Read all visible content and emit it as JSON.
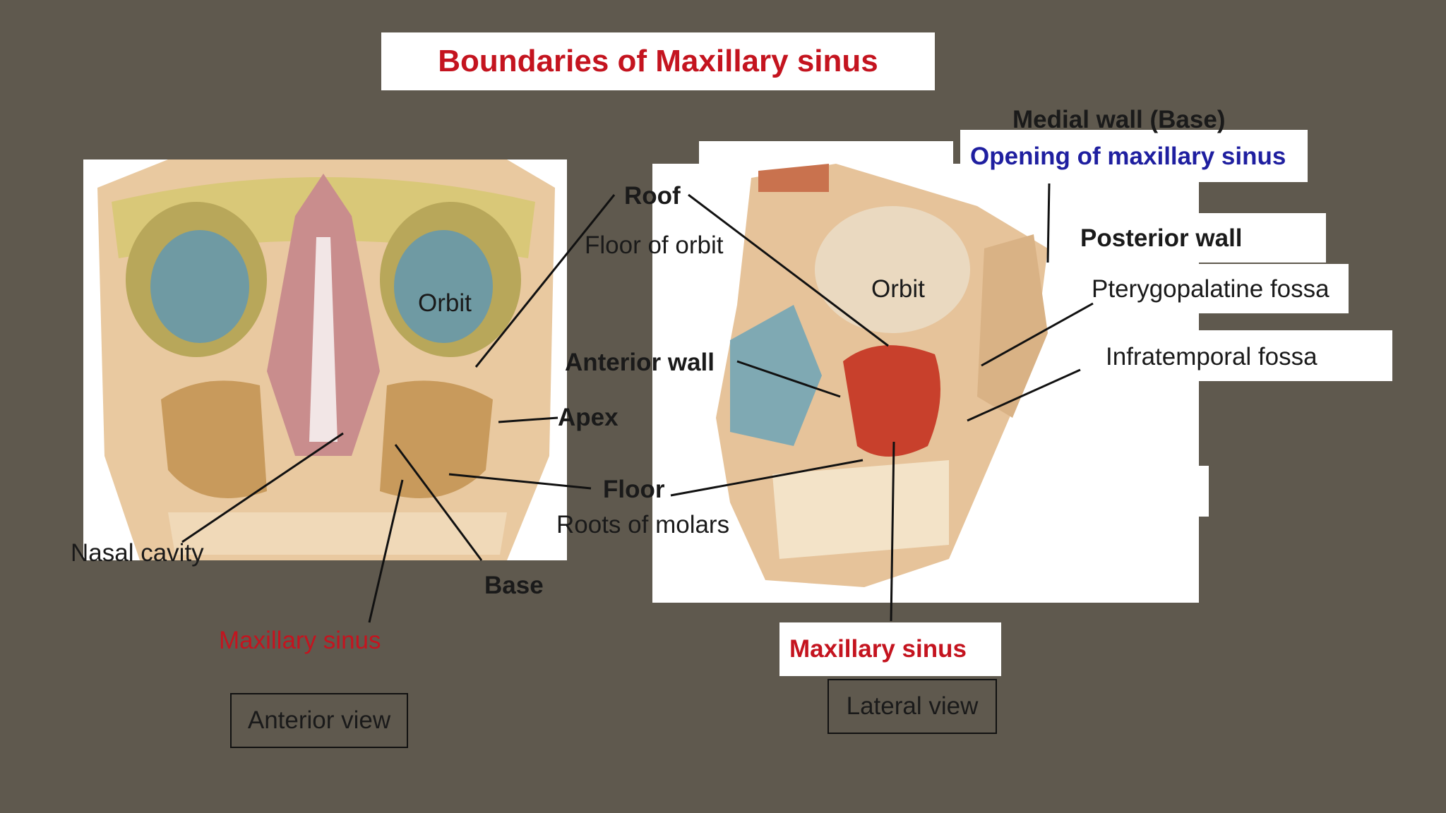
{
  "title": "Boundaries of Maxillary sinus",
  "colors": {
    "background": "#5f594e",
    "title_red": "#c4141f",
    "label_blue": "#1f1fa0",
    "sinus_red": "#c8402c",
    "bone": "#e8c49a",
    "orbit_blue": "#7fa9b3"
  },
  "anterior": {
    "orbit": "Orbit",
    "nasal_cavity": "Nasal cavity",
    "base": "Base",
    "maxillary_sinus": "Maxillary  sinus",
    "view_caption": "Anterior view"
  },
  "middle": {
    "roof": "Roof",
    "floor_of_orbit": "Floor of orbit",
    "anterior_wall": "Anterior  wall",
    "apex": "Apex",
    "floor": "Floor",
    "roots_of_molars": "Roots of molars"
  },
  "lateral": {
    "medial_wall": "Medial wall (Base)",
    "opening": "Opening of maxillary sinus",
    "posterior_wall": "Posterior  wall",
    "pterygopalatine": "Pterygopalatine fossa",
    "infratemporal": "Infratemporal fossa",
    "orbit": "Orbit",
    "maxillary_sinus": "Maxillary sinus",
    "view_caption": "Lateral view"
  }
}
